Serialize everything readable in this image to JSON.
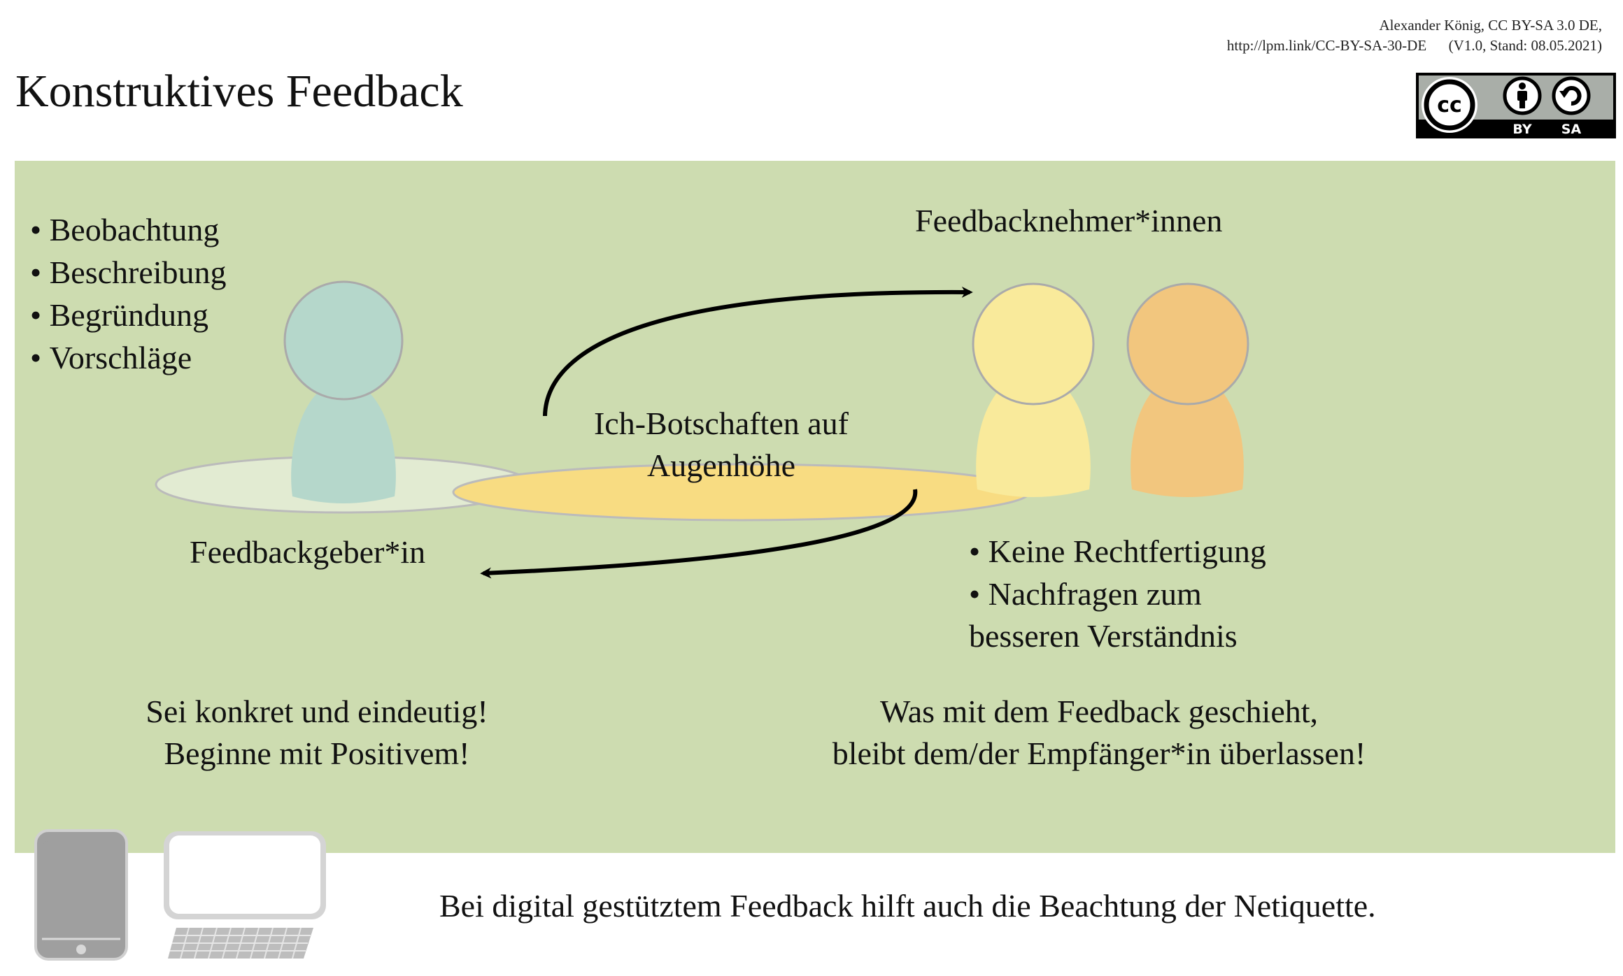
{
  "credit": {
    "line1": "Alexander König, CC BY-SA 3.0 DE,",
    "line2": "http://lpm.link/CC-BY-SA-30-DE      (V1.0, Stand: 08.05.2021)"
  },
  "title": "Konstruktives Feedback",
  "license_badge": {
    "icons": [
      "cc-icon",
      "by-person-icon",
      "sa-share-alike-icon"
    ],
    "labels": [
      "BY",
      "SA"
    ]
  },
  "giver": {
    "tips": [
      "Beobachtung",
      "Beschreibung",
      "Begründung",
      "Vorschläge"
    ],
    "label": "Feedbackgeber*in",
    "advice": [
      "Sei konkret und eindeutig!",
      "Beginne mit Positivem!"
    ]
  },
  "center_label": [
    "Ich-Botschaften auf",
    "Augenhöhe"
  ],
  "receivers": {
    "label": "Feedbacknehmer*innen",
    "tips": [
      "Keine Rechtfertigung",
      "Nachfragen zum"
    ],
    "tips_continuation": "besseren Verständnis",
    "advice": [
      "Was mit dem Feedback geschieht,",
      "bleibt dem/der Empfänger*in überlassen!"
    ]
  },
  "footer": {
    "text": "Bei digital gestütztem Feedback hilft auch die Beachtung der Netiquette."
  },
  "colors": {
    "panel": "#cddcb0",
    "giver_figure": "#b5d7cb",
    "giver_base": "#e2ebd2",
    "receiver_base": "#f8dc82",
    "receiver_1": "#f9ea9b",
    "receiver_2": "#f2c67e"
  }
}
